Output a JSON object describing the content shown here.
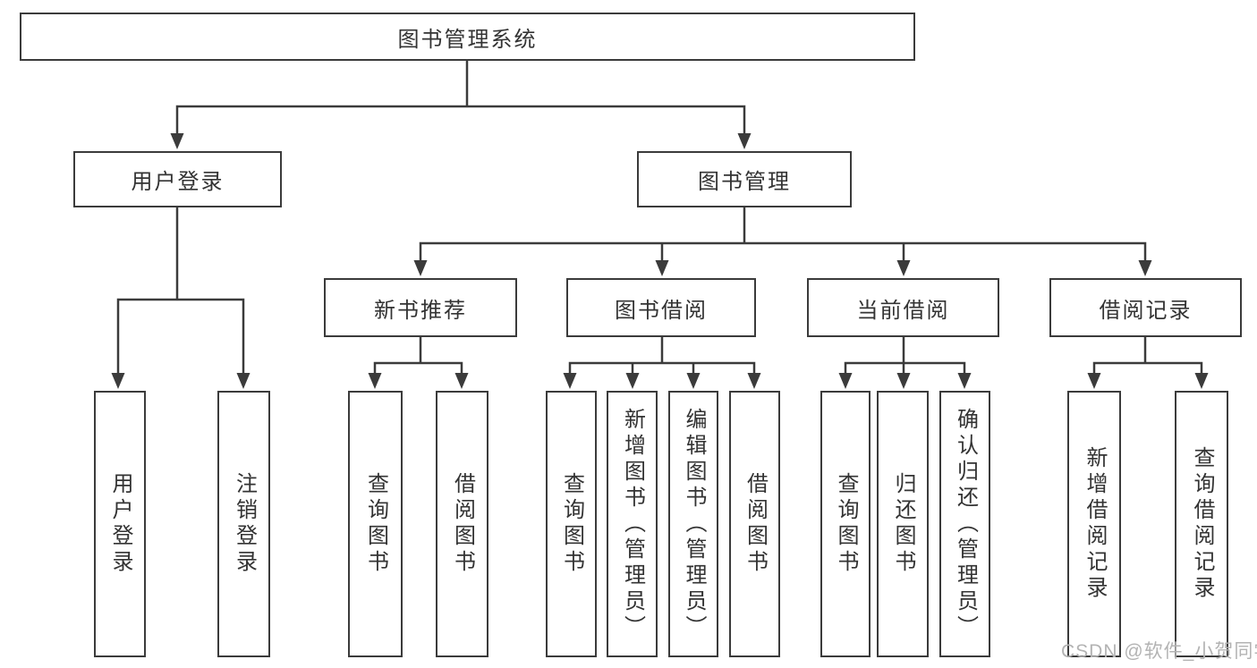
{
  "diagram": {
    "root": {
      "label": "图书管理系统"
    },
    "level2": {
      "user_login": {
        "label": "用户登录",
        "children": [
          {
            "label": "用户登录"
          },
          {
            "label": "注销登录"
          }
        ]
      },
      "book_management": {
        "label": "图书管理",
        "sections": {
          "new_book_recommendation": {
            "label": "新书推荐",
            "children": [
              {
                "label": "查询图书"
              },
              {
                "label": "借阅图书"
              }
            ]
          },
          "book_borrowing": {
            "label": "图书借阅",
            "children": [
              {
                "label": "查询图书"
              },
              {
                "label": "新增图书（管理员）"
              },
              {
                "label": "编辑图书（管理员）"
              },
              {
                "label": "借阅图书"
              }
            ]
          },
          "current_borrowing": {
            "label": "当前借阅",
            "children": [
              {
                "label": "查询图书"
              },
              {
                "label": "归还图书"
              },
              {
                "label": "确认归还（管理员）"
              }
            ]
          },
          "borrowing_records": {
            "label": "借阅记录",
            "children": [
              {
                "label": "新增借阅记录"
              },
              {
                "label": "查询借阅记录"
              }
            ]
          }
        }
      }
    }
  },
  "watermark": {
    "text": "CSDN @软件_小贺同学"
  },
  "colors": {
    "line": "#3b3b3b",
    "label_text": "#333333",
    "watermark_text": "#b3b3b3",
    "box_fill": "#ffffff",
    "page_background": "#ffffff"
  }
}
